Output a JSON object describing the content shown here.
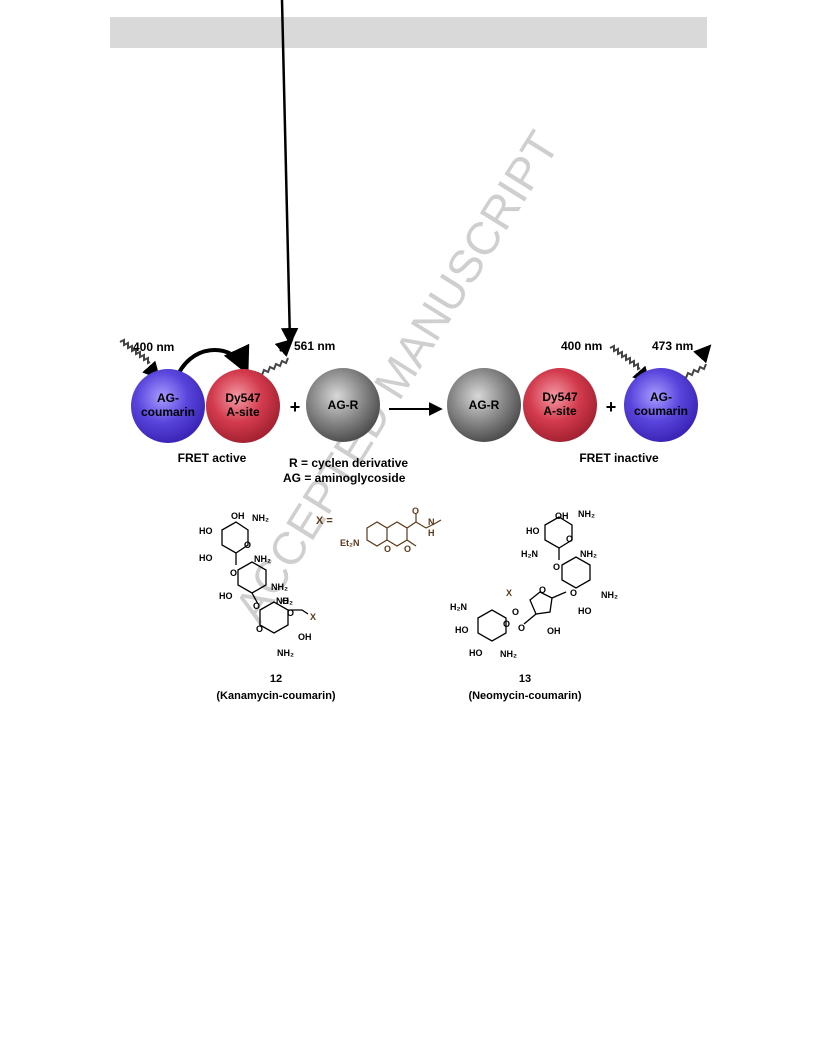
{
  "watermark": "ACCEPTED MANUSCRIPT",
  "scheme": {
    "left": {
      "excitation": "400 nm",
      "emission": "561 nm",
      "donor": [
        "AG-",
        "coumarin"
      ],
      "acceptor": [
        "Dy547",
        "A-site"
      ],
      "state": "FRET active"
    },
    "plus": "+",
    "competitor": "AG-R",
    "right": {
      "complex_left": "AG-R",
      "complex_right": [
        "Dy547",
        "A-site"
      ],
      "excitation": "400 nm",
      "emission": "473 nm",
      "free": [
        "AG-",
        "coumarin"
      ],
      "state": "FRET inactive"
    },
    "legend": [
      "R  = cyclen derivative",
      "AG = aminoglycoside"
    ]
  },
  "x_definition": {
    "label": "X =",
    "et2n": "Et₂N",
    "o": "O",
    "h": "H",
    "n": "N"
  },
  "compounds": [
    {
      "number": "12",
      "name": "(Kanamycin-coumarin)",
      "labels": [
        "HO",
        "OH",
        "NH₂",
        "O",
        "HO",
        "O",
        "NH₂",
        "O",
        "HO",
        "NH₂",
        "O",
        "NH₂",
        "O",
        "X",
        "O",
        "OH",
        "NH₂"
      ]
    },
    {
      "number": "13",
      "name": "(Neomycin-coumarin)",
      "labels": [
        "OH",
        "NH₂",
        "HO",
        "O",
        "H₂N",
        "O",
        "NH₂",
        "O",
        "NH₂",
        "X",
        "O",
        "HO",
        "H₂N",
        "O",
        "O",
        "HO",
        "OH",
        "O",
        "HO",
        "NH₂"
      ]
    }
  ]
}
